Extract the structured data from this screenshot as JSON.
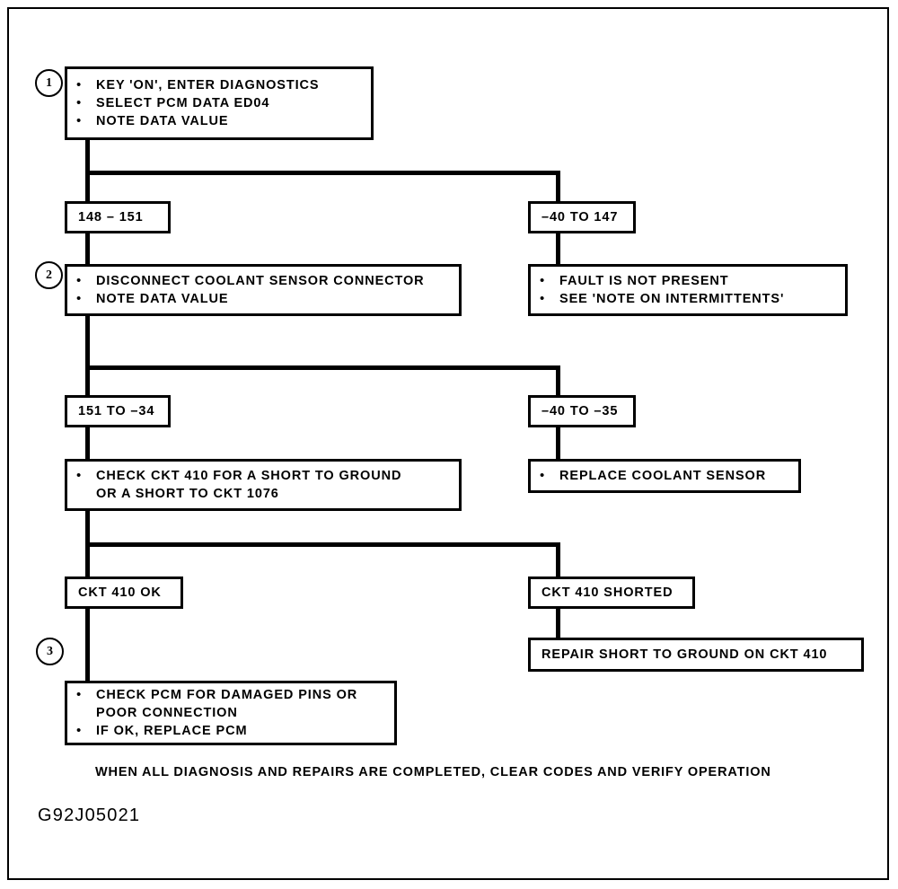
{
  "document": {
    "id_code": "G92J05021",
    "footer_note": "WHEN ALL DIAGNOSIS AND REPAIRS ARE COMPLETED, CLEAR CODES AND VERIFY OPERATION"
  },
  "steps": {
    "one": "1",
    "two": "2",
    "three": "3"
  },
  "boxes": {
    "step1": {
      "bullets": [
        "KEY 'ON', ENTER DIAGNOSTICS",
        "SELECT PCM DATA ED04",
        "NOTE DATA VALUE"
      ]
    },
    "range_148_151": {
      "label": "148 – 151"
    },
    "range_m40_147": {
      "label": "–40 TO 147"
    },
    "step2": {
      "bullets": [
        "DISCONNECT COOLANT SENSOR CONNECTOR",
        "NOTE DATA VALUE"
      ]
    },
    "fault_not_present": {
      "bullets": [
        "FAULT IS NOT PRESENT",
        "SEE 'NOTE ON INTERMITTENTS'"
      ]
    },
    "range_151_m34": {
      "label": "151 TO –34"
    },
    "range_m40_m35": {
      "label": "–40 TO –35"
    },
    "check_ckt410": {
      "bullets": [
        "CHECK CKT 410 FOR A SHORT TO GROUND\nOR A SHORT TO CKT 1076"
      ]
    },
    "replace_sensor": {
      "bullets": [
        "REPLACE COOLANT SENSOR"
      ]
    },
    "ckt410_ok": {
      "label": "CKT 410 OK"
    },
    "ckt410_shorted": {
      "label": "CKT 410 SHORTED"
    },
    "repair_short": {
      "label": "REPAIR SHORT TO GROUND ON CKT 410"
    },
    "step3": {
      "bullets": [
        "CHECK PCM FOR DAMAGED PINS OR\nPOOR CONNECTION",
        "IF OK,  REPLACE PCM"
      ]
    }
  },
  "symbols": {
    "bullet": "•"
  },
  "colors": {
    "line": "#000000",
    "background": "#ffffff"
  }
}
